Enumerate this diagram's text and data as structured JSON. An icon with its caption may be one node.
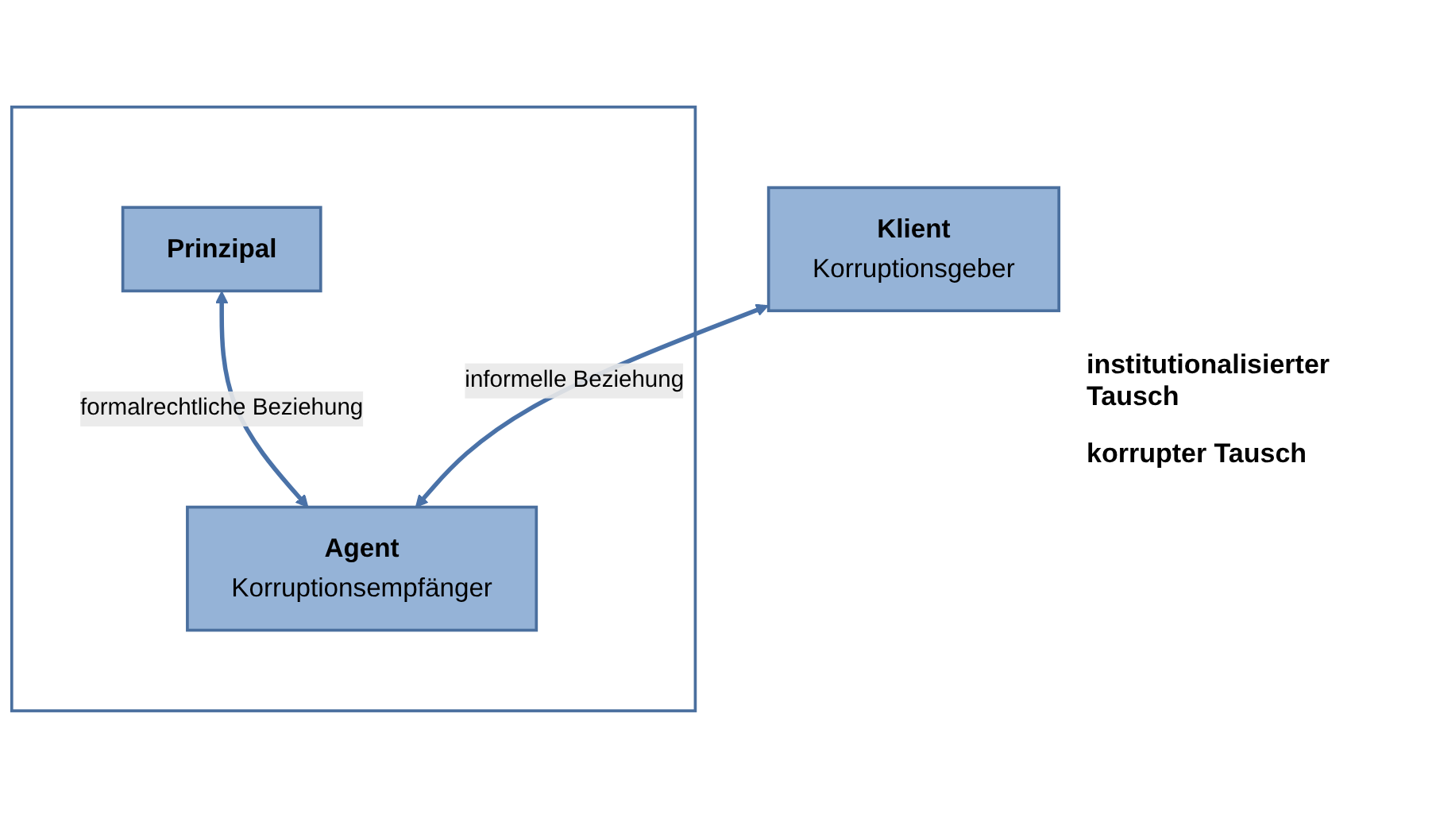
{
  "diagram": {
    "nodes": [
      {
        "text": [],
        "shape": "box"
      },
      {
        "text": [
          "Prinzipal"
        ],
        "in": 0
      },
      {
        "text": [
          "Agent",
          "Korruptionsempfänger"
        ],
        "in": 0
      },
      {
        "text": [
          "Klient",
          "Korruptionsgeber"
        ]
      }
    ],
    "edges": [
      {
        "from": 1,
        "to": 2,
        "arrow": "both",
        "label": "formalrechtliche Beziehung"
      },
      {
        "from": 3,
        "to": 2,
        "arrow": "both",
        "label": "informelle Beziehung"
      }
    ],
    "labels": [
      "institutionalisierter Tausch",
      "korrupter Tausch"
    ]
  }
}
